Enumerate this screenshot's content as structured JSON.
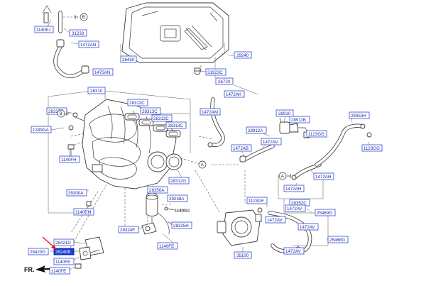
{
  "callouts": [
    {
      "id": "c-1140ej",
      "text": "1140EJ"
    },
    {
      "id": "c-31233",
      "text": "31233"
    },
    {
      "id": "c-1472an-top",
      "text": "1472AN"
    },
    {
      "id": "c-26450",
      "text": "26450"
    },
    {
      "id": "c-1472an-bot",
      "text": "1472AN"
    },
    {
      "id": "c-29240",
      "text": "29240"
    },
    {
      "id": "c-31923c",
      "text": "31923C"
    },
    {
      "id": "c-26720",
      "text": "26720"
    },
    {
      "id": "c-1472ak",
      "text": "1472AK"
    },
    {
      "id": "c-1472am",
      "text": "1472AM"
    },
    {
      "id": "c-28310",
      "text": "28310"
    },
    {
      "id": "c-28327e",
      "text": "28327E"
    },
    {
      "id": "c-28313c-1",
      "text": "28313C"
    },
    {
      "id": "c-28313c-2",
      "text": "28313C"
    },
    {
      "id": "c-28313c-3",
      "text": "28313C"
    },
    {
      "id": "c-28313c-4",
      "text": "28313C"
    },
    {
      "id": "c-1339ga",
      "text": "1339GA"
    },
    {
      "id": "c-1140fh",
      "text": "1140FH"
    },
    {
      "id": "c-28312g",
      "text": "28312G"
    },
    {
      "id": "c-28350a",
      "text": "28350A"
    },
    {
      "id": "c-29238a",
      "text": "29238A"
    },
    {
      "id": "c-39300a",
      "text": "39300A"
    },
    {
      "id": "c-1140em",
      "text": "1140EM"
    },
    {
      "id": "c-28324f",
      "text": "28324F"
    },
    {
      "id": "c-28325h",
      "text": "28325H"
    },
    {
      "id": "c-1140fe",
      "text": "1140FE"
    },
    {
      "id": "c-28421d",
      "text": "28421D"
    },
    {
      "id": "c-28420g",
      "text": "28420G"
    },
    {
      "id": "c-35240b",
      "text": "35240B"
    },
    {
      "id": "c-1140fe-2",
      "text": "1140FE"
    },
    {
      "id": "c-1140fe-3",
      "text": "1140FE"
    },
    {
      "id": "c-28910",
      "text": "28910"
    },
    {
      "id": "c-28911b",
      "text": "28911B"
    },
    {
      "id": "c-1123gg-1",
      "text": "1123GG"
    },
    {
      "id": "c-28912a",
      "text": "28912A"
    },
    {
      "id": "c-1472ab",
      "text": "1472AB"
    },
    {
      "id": "c-1472av-1",
      "text": "1472AV"
    },
    {
      "id": "c-28353h",
      "text": "28353H"
    },
    {
      "id": "c-1123gg-2",
      "text": "1123GG"
    },
    {
      "id": "c-1472ah-1",
      "text": "1472AH"
    },
    {
      "id": "c-1472ah-2",
      "text": "1472AH"
    },
    {
      "id": "c-28352c",
      "text": "28352C"
    },
    {
      "id": "c-1123gf",
      "text": "1123GF"
    },
    {
      "id": "c-1472av-2",
      "text": "1472AV"
    },
    {
      "id": "c-25469g",
      "text": "25469G"
    },
    {
      "id": "c-1472av-3",
      "text": "1472AV"
    },
    {
      "id": "c-1472av-4",
      "text": "1472AV"
    },
    {
      "id": "c-25468g",
      "text": "25468G"
    },
    {
      "id": "c-1472av-5",
      "text": "1472AV"
    },
    {
      "id": "c-35100",
      "text": "35100"
    }
  ],
  "plain_labels": {
    "bolt_1140dj": "1140DJ"
  },
  "markers": {
    "b": "B",
    "a": "A"
  },
  "direction_label": "FR.",
  "highlight": {
    "callout_id": "c-35240b",
    "arrow_color": "#e01818"
  }
}
